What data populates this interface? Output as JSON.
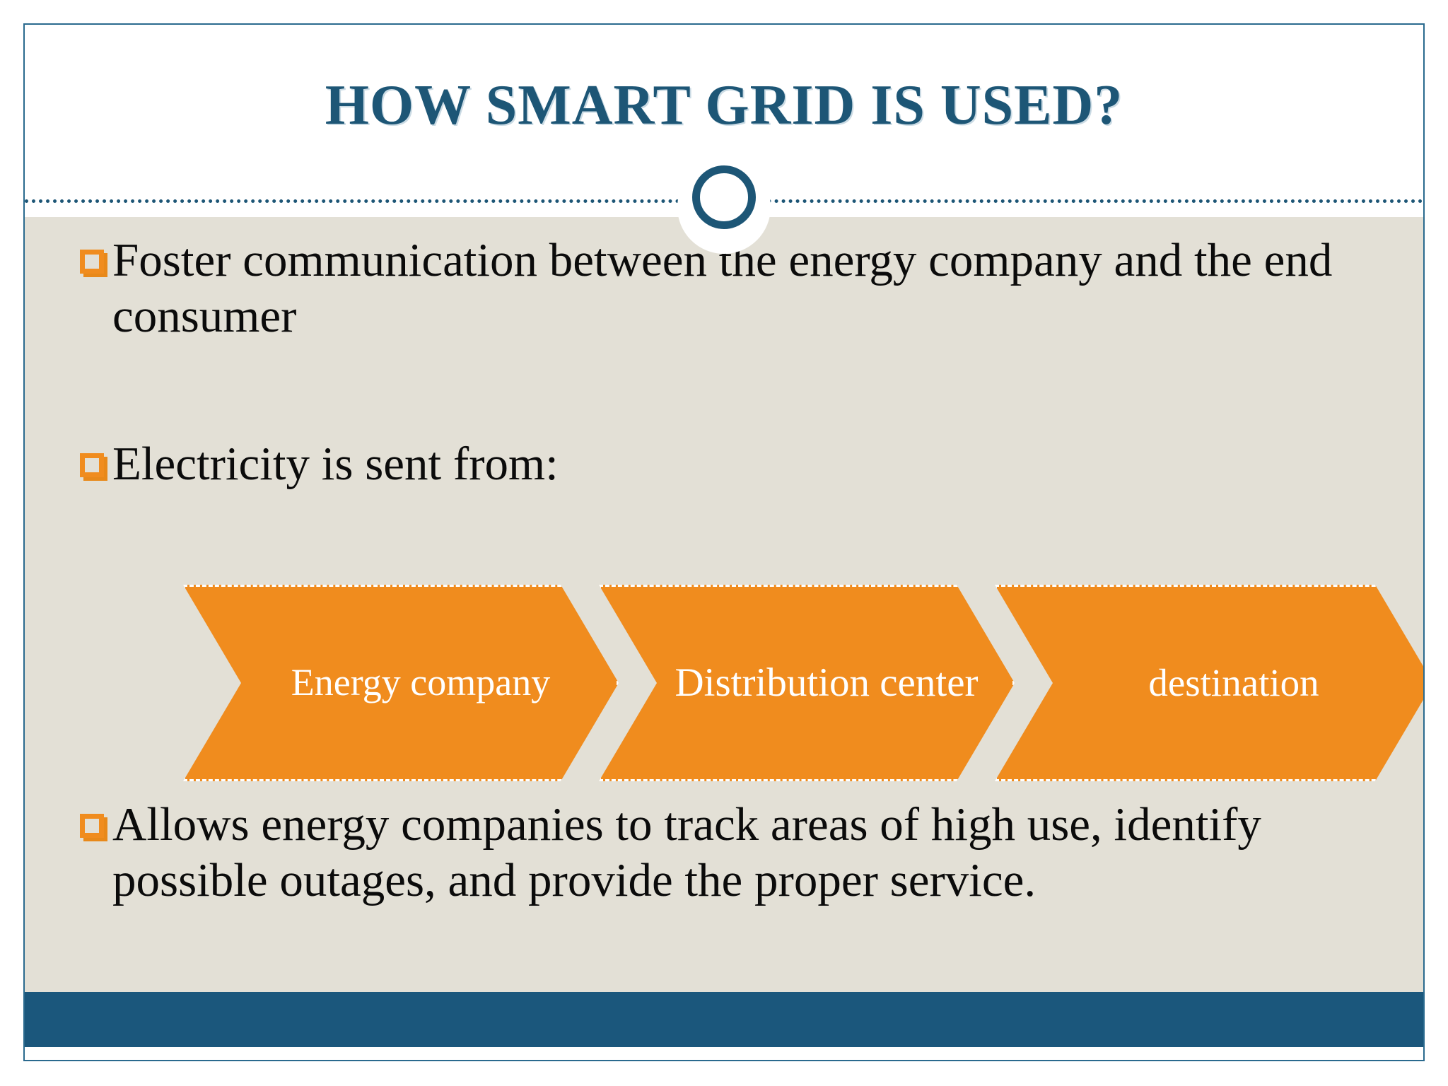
{
  "slide": {
    "title": "HOW SMART GRID IS USED?",
    "colors": {
      "title_blue": "#1d5676",
      "footer_blue": "#1b577c",
      "accent_orange": "#f08c1e",
      "body_background": "#e3e0d6",
      "title_background": "#ffffff",
      "border_blue": "#2a6a8e",
      "body_text": "#0b0b0b",
      "chevron_text": "#ffffff"
    },
    "bullets": [
      {
        "marker": "square-bullet-icon",
        "text": "Foster communication between the energy company and the end consumer"
      },
      {
        "marker": "square-bullet-icon",
        "text": "Electricity is sent from:"
      },
      {
        "marker": "square-bullet-icon",
        "text": "Allows energy companies to track areas of high use, identify possible outages, and provide the proper service."
      }
    ],
    "process_flow": {
      "steps": [
        {
          "label": "Energy company"
        },
        {
          "label": "Distribution center"
        },
        {
          "label": "destination"
        }
      ]
    },
    "ornament": "circle-ring-ornament",
    "divider": "dotted-divider-line",
    "footer": "footer-accent-bar"
  }
}
